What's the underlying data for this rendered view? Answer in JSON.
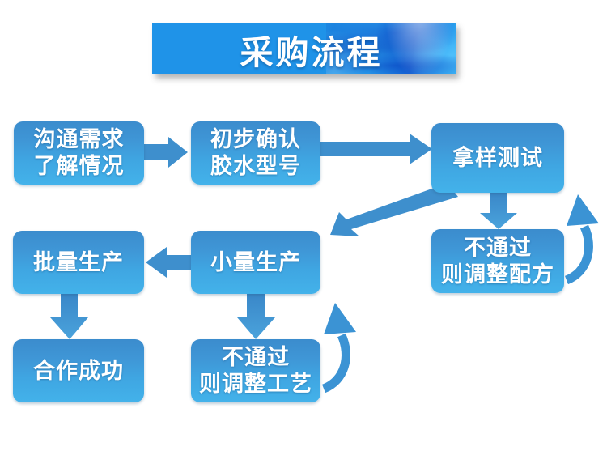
{
  "banner": {
    "title": "采购流程"
  },
  "colors": {
    "banner_blue": "#1f93e8",
    "node_top": "#3b8ccd",
    "node_bottom": "#43b2ea",
    "arrow_blue": "#3a8fcd",
    "arrow_blue_light": "#4a9ed8",
    "text_white": "#ffffff",
    "page_background": "#ffffff"
  },
  "nodes": {
    "communicate": {
      "line1": "沟通需求",
      "line2": "了解情况"
    },
    "confirm": {
      "line1": "初步确认",
      "line2": "胶水型号"
    },
    "sample_test": {
      "line1": "拿样测试",
      "line2": ""
    },
    "mass_production": {
      "line1": "批量生产",
      "line2": ""
    },
    "small_production": {
      "line1": "小量生产",
      "line2": ""
    },
    "adjust_formula": {
      "line1": "不通过",
      "line2": "则调整配方"
    },
    "adjust_process": {
      "line1": "不通过",
      "line2": "则调整工艺"
    },
    "success": {
      "line1": "合作成功",
      "line2": ""
    }
  },
  "arrows": [
    {
      "name": "communicate-to-confirm",
      "type": "straight-right"
    },
    {
      "name": "confirm-to-sample-test",
      "type": "straight-right-long"
    },
    {
      "name": "sample-test-to-adjust-formula",
      "type": "straight-down"
    },
    {
      "name": "sample-test-to-small-production",
      "type": "diagonal-down-left"
    },
    {
      "name": "adjust-formula-to-sample-test",
      "type": "curved-up-loop"
    },
    {
      "name": "small-production-to-mass-production",
      "type": "straight-left"
    },
    {
      "name": "small-production-to-adjust-process",
      "type": "straight-down"
    },
    {
      "name": "adjust-process-to-small-production",
      "type": "curved-up-loop"
    },
    {
      "name": "mass-production-to-success",
      "type": "straight-down"
    }
  ]
}
